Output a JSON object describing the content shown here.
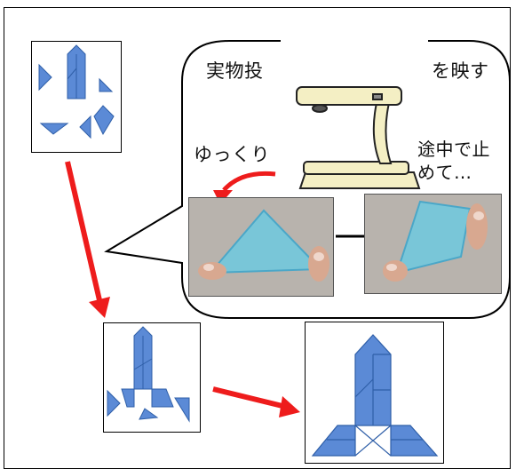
{
  "callout": {
    "title_left": "実物投",
    "title_right": "を映す",
    "label_slow": "ゆっくり",
    "label_stop_line1": "途中で止",
    "label_stop_line2": "めて…"
  },
  "colors": {
    "piece_fill": "#5b8ad6",
    "piece_stroke": "#2f5fa8",
    "arrow_red": "#ee1c1c",
    "photo_piece": "#79c6d8",
    "photo_bg": "#b8b3ad",
    "projector_body": "#f4efc4"
  }
}
